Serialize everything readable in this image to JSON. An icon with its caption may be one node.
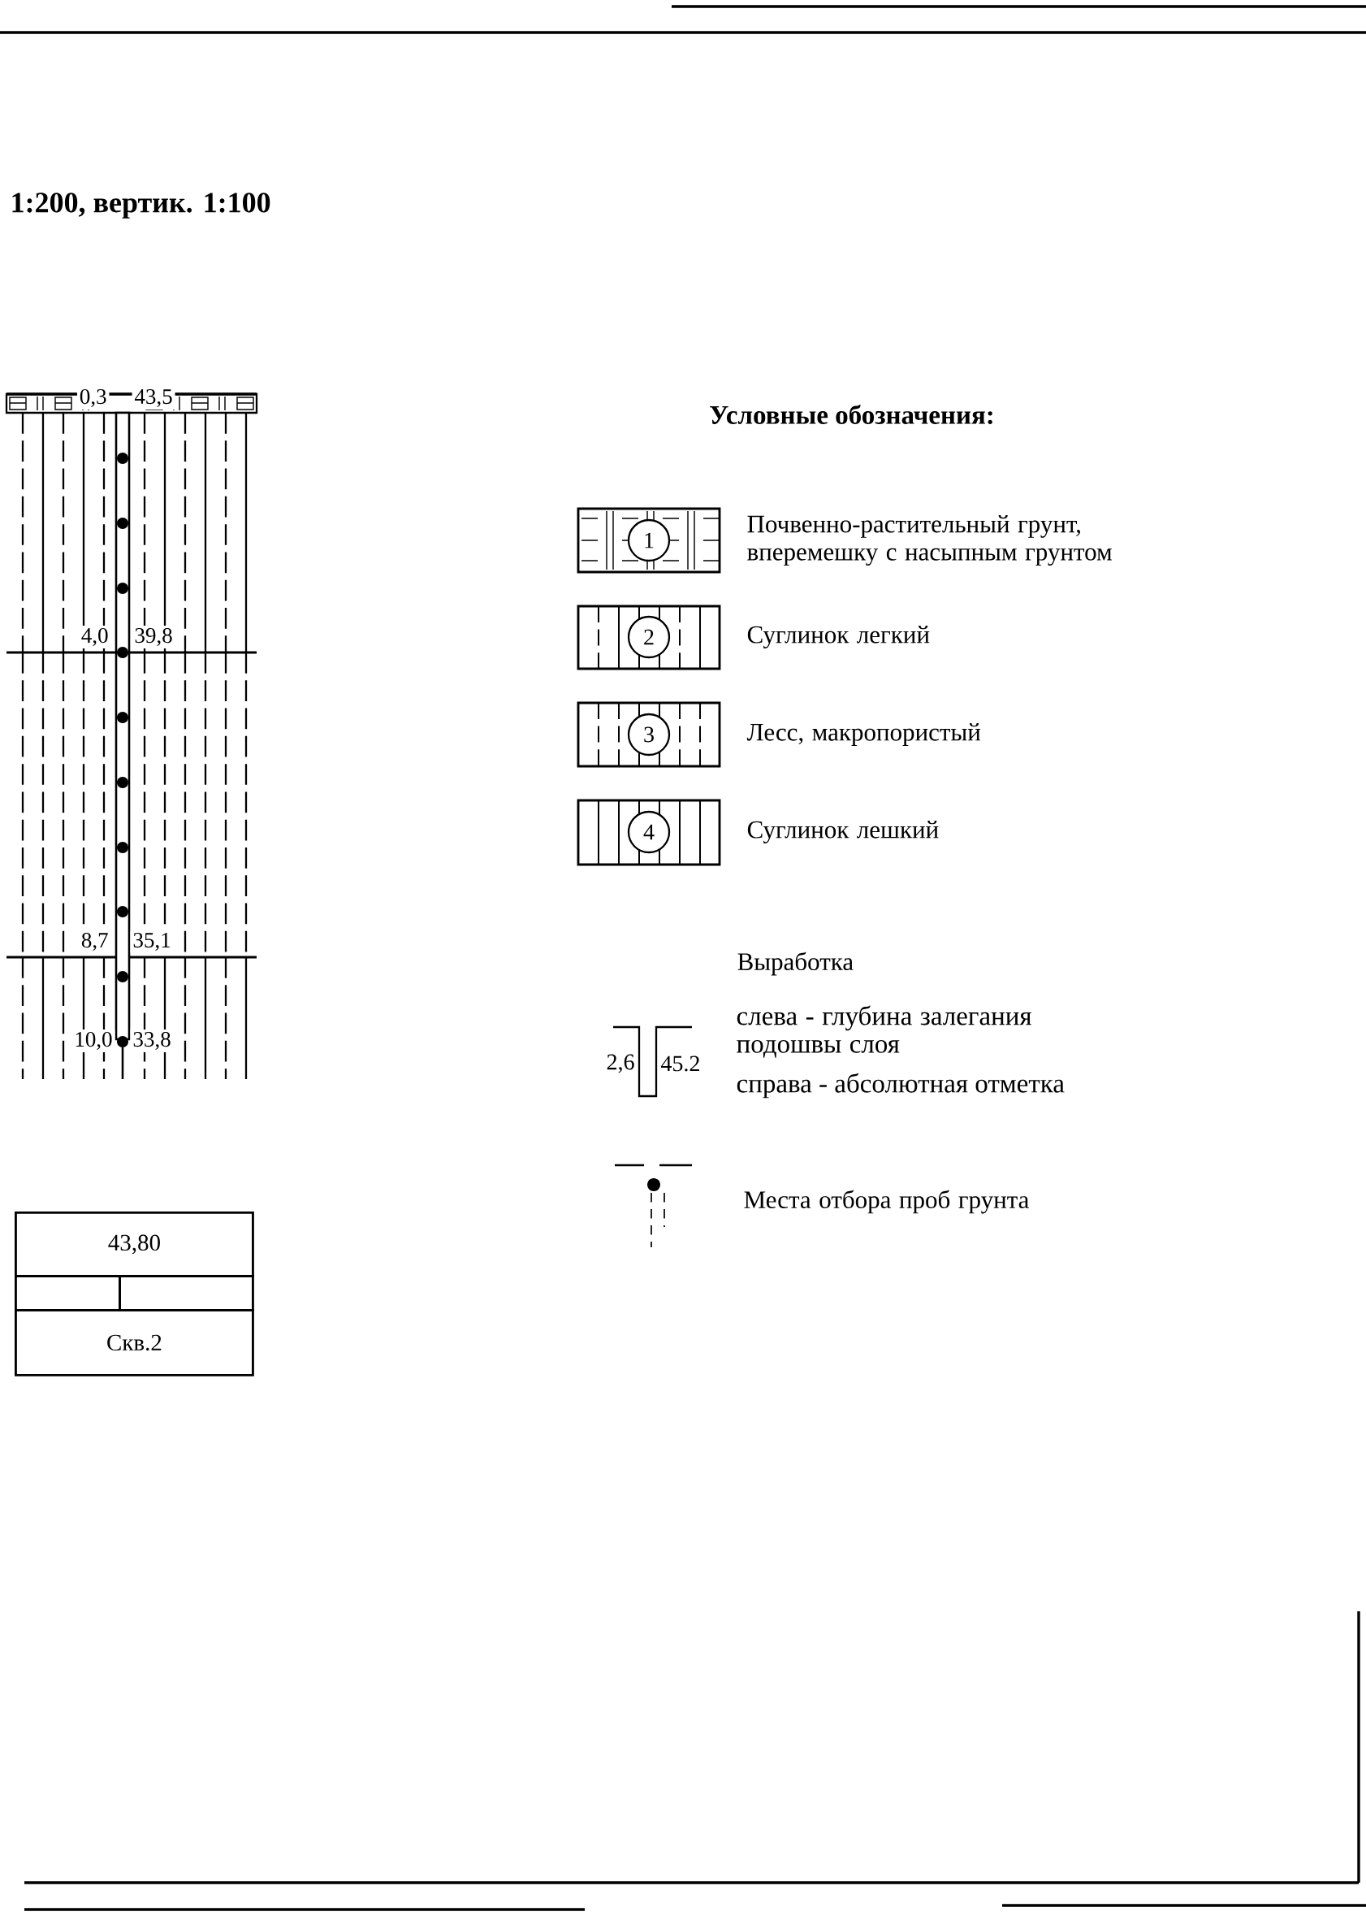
{
  "diagram": {
    "title": "1:200, вертик. 1:100",
    "nodes": [
      {
        "text": [
          "43,80"
        ]
      },
      {
        "text": [],
        "shape": "box"
      },
      {
        "text": [],
        "shape": "box"
      },
      {
        "text": [
          "Скв.2"
        ]
      }
    ],
    "labels": [
      "0,3",
      "43,5",
      "4,0",
      "39,8",
      "8,7",
      "35,1",
      "10,0",
      "33,8",
      "Условные обозначения:",
      "1",
      "2",
      "3",
      "4",
      "Выработка",
      "2,6",
      "45.2",
      "слева - глубина залегания подошвы слоя",
      "справа - абсолютная отметка"
    ],
    "legend": [
      {
        "text": "Почвенно-растительный грунт, вперемешку с насыпным грунтом"
      },
      {
        "text": "Суглинок легкий"
      },
      {
        "text": "Лесс, макропористый"
      },
      {
        "text": "Суглинок лешкий"
      },
      {
        "text": "Места отбора проб грунта"
      }
    ]
  }
}
